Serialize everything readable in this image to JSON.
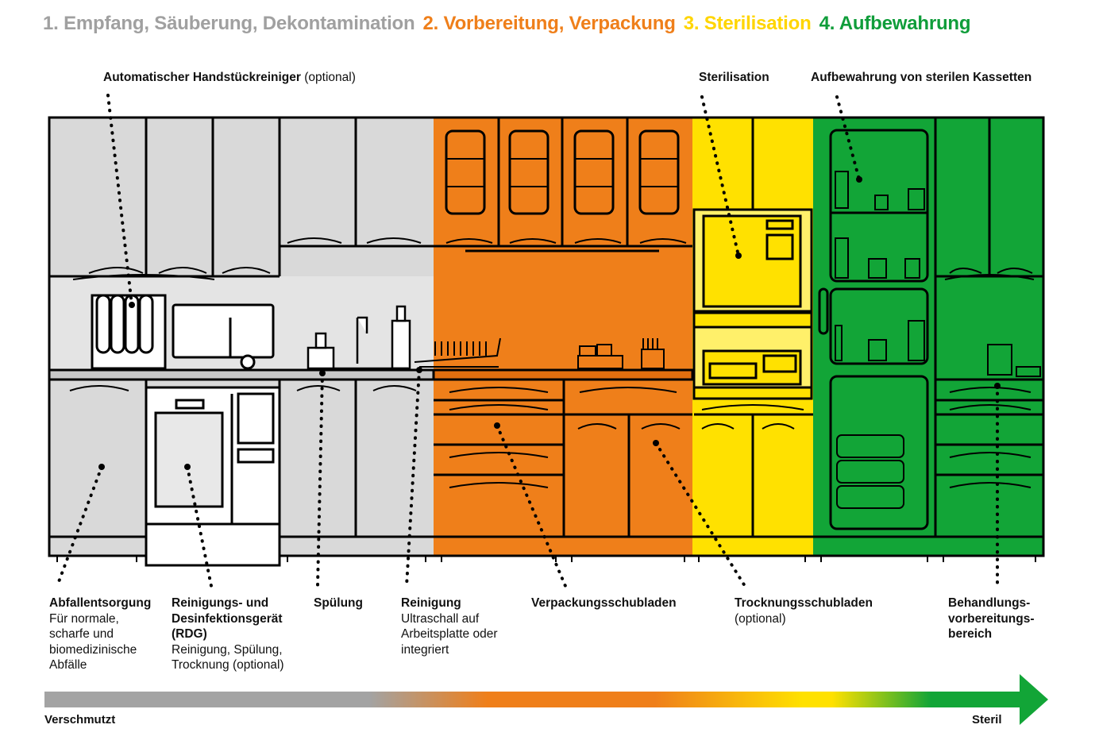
{
  "title": {
    "phases": [
      {
        "label": "1. Empfang, Säuberung, Dekontamination",
        "color": "#a0a0a0"
      },
      {
        "label": "2. Vorbereitung, Verpackung",
        "color": "#ef7f1a"
      },
      {
        "label": "3. Sterilisation",
        "color": "#ffd500"
      },
      {
        "label": "4. Aufbewahrung",
        "color": "#0f9d3a"
      }
    ]
  },
  "zone_colors": {
    "gray": "#d9d9d9",
    "orange": "#ef7f1a",
    "yellow": "#ffe100",
    "green": "#12a537"
  },
  "labels": {
    "top": {
      "handstueck_bold": "Automatischer Handstückreiniger",
      "handstueck_normal": "(optional)",
      "sterilisation": "Sterilisation",
      "aufbewahrung": "Aufbewahrung von sterilen Kassetten"
    },
    "bottom": {
      "abfall_title": "Abfallentsorgung",
      "abfall_desc": "Für normale, scharfe und biomedizinische Abfälle",
      "rdg_title": "Reinigungs- und Desinfektionsgerät (RDG)",
      "rdg_desc": "Reinigung, Spülung, Trocknung (optional)",
      "spuelung_title": "Spülung",
      "reinigung_title": "Reinigung",
      "reinigung_desc": "Ultraschall auf Arbeitsplatte oder integriert",
      "verpackung_title": "Verpackungsschubladen",
      "trocknung_title": "Trocknungsschubladen",
      "trocknung_desc": "(optional)",
      "behandlung_title": "Behandlungs-vorbereitungs-bereich"
    }
  },
  "scale": {
    "left": "Verschmutzt",
    "right": "Steril"
  }
}
